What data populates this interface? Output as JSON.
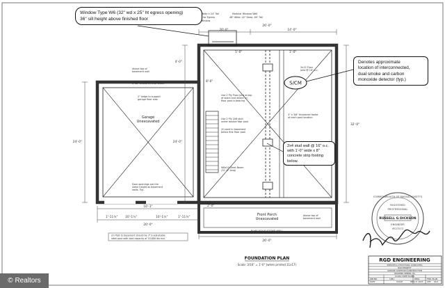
{
  "callouts": {
    "window": {
      "line1": "Window Type W6 (32\" wd x 25\" ht egress opening)",
      "line2": "36\" sill height above finished floor"
    },
    "smoke": {
      "line1": "Denotes approximate",
      "line2": "location of interconnected,",
      "line3": "dual smoke and carbon",
      "line4": "monoxide detector (typ.)"
    },
    "stud": {
      "line1": "2x4 stud wall @ 16\" o.c.",
      "line2": "with 1'-0\" wide x 8\"",
      "line3": "concrete strip footing",
      "line4": "below."
    }
  },
  "symbols": {
    "scm": "S/CM"
  },
  "notes": {
    "window_type_top": "36\" Wide x 24\" Tall",
    "window_type_2": "BD for Egress",
    "window_type_3": "Window",
    "modular_1": "Modular Window Well",
    "modular_2": "48\" Wide, 42\" Deep, 60\" Tall",
    "above_top_1": "Above top of",
    "above_top_2": "basement wall",
    "ledge_1": "2\" ledge to support",
    "ledge_2": "garage floor slab",
    "garage_label": "Garage",
    "garage_sub": "Unexcavated",
    "door_1": "Door openings are the",
    "door_2": "same height as basement",
    "door_3": "walls. Typ.",
    "lally_1": "(3) Post to basement should be 3\" 9 adjustable",
    "lally_2": "steel post with load capacity of 10,600 lbs min.",
    "beam_1": "Use 2 Ply Floor Joist at top",
    "beam_2": "of stairs and where lvl",
    "beam_3": "floor post is bearing",
    "beam_4": "Use 2 Ply 2x8 stud",
    "beam_5": "under double fdqr post",
    "beam_6": "(4) post in basement",
    "beam_7": "below first floor post",
    "steel_1": "W8x10 Steel Beam",
    "steel_2": "(31'-0\" long)",
    "floor_1": "2x12 Floor",
    "floor_2": "Joist @ 16\" o.c.",
    "thick_1": "3\" x 3/8\" thickened footer",
    "thick_2": "at each post location",
    "porch_label": "Front Porch",
    "porch_sub": "Unexcavated",
    "porch_note_1": "Above top of",
    "porch_note_2": "basement wall",
    "wall_note": "8\"x8\" SOLID STONE WALL",
    "plan_title": "FOUNDATION PLAN",
    "plan_scale": "Scale: 3/16\" = 1'-0\" (when printed 11x17)"
  },
  "dimensions": {
    "d_20": "20'-0\"",
    "d_26": "26'-0\"",
    "d_14": "14'-0\"",
    "d_4": "4'-0\"",
    "d_32": "32'-0\"",
    "d_24": "24'-0\"",
    "d_8": "8'-0\"",
    "d_16": "16'-1\"",
    "d_1a": "1'-0\"",
    "d_1b": "1'-0\"",
    "d_10a": "10'-1½\"",
    "d_10b": "10'-1½\"",
    "d_1c": "1'-11¾\"",
    "d_1d": "1'-11¾\"",
    "d_2": "2'-0\"",
    "d_20b": "20'-0\""
  },
  "stamp": {
    "state": "COMMONWEALTH OF MASSACHUSETTS",
    "name": "RUSSELL G DICKSON",
    "type": "ENGINEER",
    "number": "PE27573",
    "reg": "REGISTERED",
    "prof": "PROFESSIONAL",
    "sig": "Russell G Dickson"
  },
  "titleblock": {
    "company": "RGD ENGINEERING",
    "tag": "SERVICES & STRUCTURAL CONSULTING",
    "r1": "RGD PROJECT",
    "r2": "GARAGE ADDITION CONSTRUCTION",
    "r3": "ROARING SPRING, PA",
    "r4": "CLASS CODE PLANS",
    "r5a": "JOB NO.",
    "r5b": "1081",
    "r5c": "DWG.",
    "r6a": "DATE",
    "r6b": "FND. PLAN",
    "r7a": "SCALE",
    "r7b": "PROJ. P. 2023",
    "r7c": "SHT.",
    "r7d": "S0.0"
  },
  "watermark": "© Realtors"
}
